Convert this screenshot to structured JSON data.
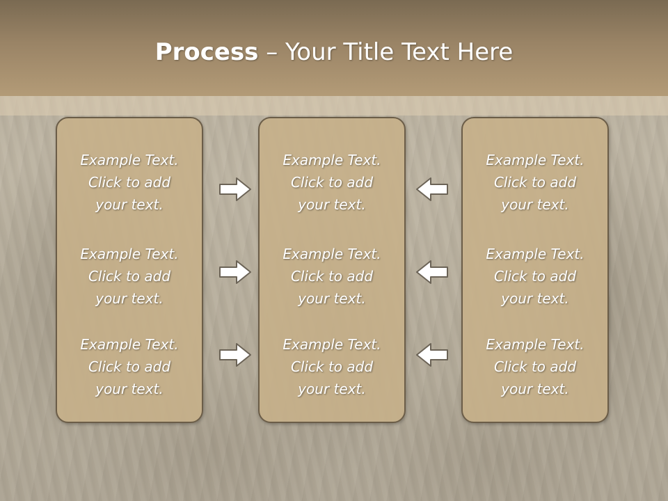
{
  "header": {
    "title_bold": "Process",
    "title_rest": " – Your Title Text Here"
  },
  "panels": [
    {
      "items": [
        {
          "line1": "Example Text.",
          "line2": "Click  to add",
          "line3": "your text."
        },
        {
          "line1": "Example Text.",
          "line2": "Click  to add",
          "line3": "your text."
        },
        {
          "line1": "Example Text.",
          "line2": "Click  to add",
          "line3": "your text."
        }
      ]
    },
    {
      "items": [
        {
          "line1": "Example Text.",
          "line2": "Click  to add",
          "line3": "your text."
        },
        {
          "line1": "Example Text.",
          "line2": "Click  to add",
          "line3": "your text."
        },
        {
          "line1": "Example Text.",
          "line2": "Click  to add",
          "line3": "your text."
        }
      ]
    },
    {
      "items": [
        {
          "line1": "Example Text.",
          "line2": "Click  to add",
          "line3": "your text."
        },
        {
          "line1": "Example Text.",
          "line2": "Click  to add",
          "line3": "your text."
        },
        {
          "line1": "Example Text.",
          "line2": "Click  to add",
          "line3": "your text."
        }
      ]
    }
  ],
  "arrows": {
    "left_group": "arrow-right-icon",
    "right_group": "arrow-left-icon"
  },
  "colors": {
    "header_dark": "#7a6a52",
    "header_light": "#b39b77",
    "panel_fill": "#c6b08a",
    "panel_border": "#6b5d48",
    "text": "#ffffff"
  }
}
